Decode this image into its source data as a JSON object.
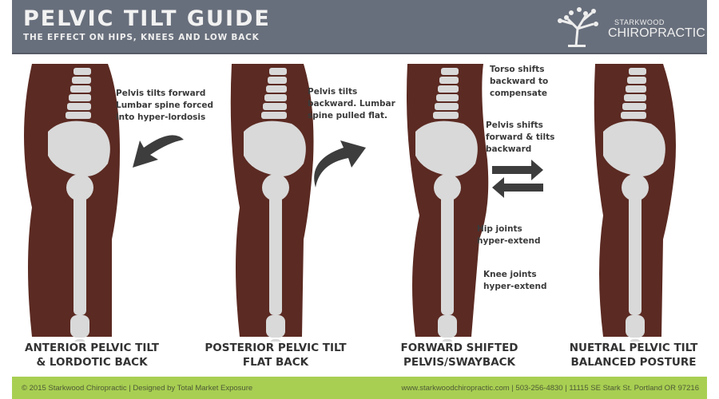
{
  "header": {
    "title": "PELVIC TILT GUIDE",
    "subtitle": "THE EFFECT ON HIPS, KNEES AND LOW BACK",
    "logo": {
      "line1": "STARKWOOD",
      "line2": "CHIROPRACTIC"
    }
  },
  "panels": [
    {
      "notes": [
        "Pelvis tilts forward",
        "Lumbar spine forced",
        "into hyper-lordosis"
      ],
      "caption": [
        "ANTERIOR PELVIC TILT",
        "& LORDOTIC BACK"
      ]
    },
    {
      "notes": [
        "Pelvis tilts",
        "backward. Lumbar",
        "spine pulled flat."
      ],
      "caption": [
        "POSTERIOR PELVIC TILT",
        "FLAT BACK"
      ]
    },
    {
      "notes": [
        "Torso shifts",
        "backward to",
        "compensate",
        "Pelvis shifts",
        "forward & tilts",
        "backward",
        "Hip joints",
        "hyper-extend",
        "Knee joints",
        "hyper-extend"
      ],
      "caption": [
        "FORWARD SHIFTED",
        "PELVIS/SWAYBACK"
      ]
    },
    {
      "caption": [
        "NUETRAL PELVIC TILT",
        "BALANCED POSTURE"
      ]
    }
  ],
  "footer": {
    "left": "© 2015 Starkwood Chiropractic | Designed by Total Market Exposure",
    "right": "www.starkwoodchiropractic.com | 503-256-4830 | 11115 SE Stark St. Portland OR 97216"
  },
  "colors": {
    "header": "#686f7c",
    "leg": "#5b2a22",
    "bone": "#d9d9d9",
    "footer": "#a8cf52"
  }
}
